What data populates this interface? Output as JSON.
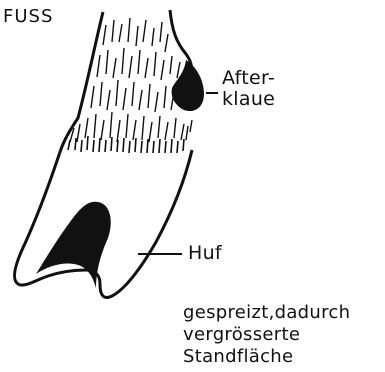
{
  "title": "FUSS",
  "labels": {
    "dewclaw_line1": "After-",
    "dewclaw_line2": "klaue",
    "hoof": "Huf"
  },
  "caption": {
    "line1": "gespreizt,dadurch",
    "line2": "vergrösserte",
    "line3": "Standfläche"
  },
  "colors": {
    "ink": "#111111",
    "paper": "#ffffff"
  }
}
